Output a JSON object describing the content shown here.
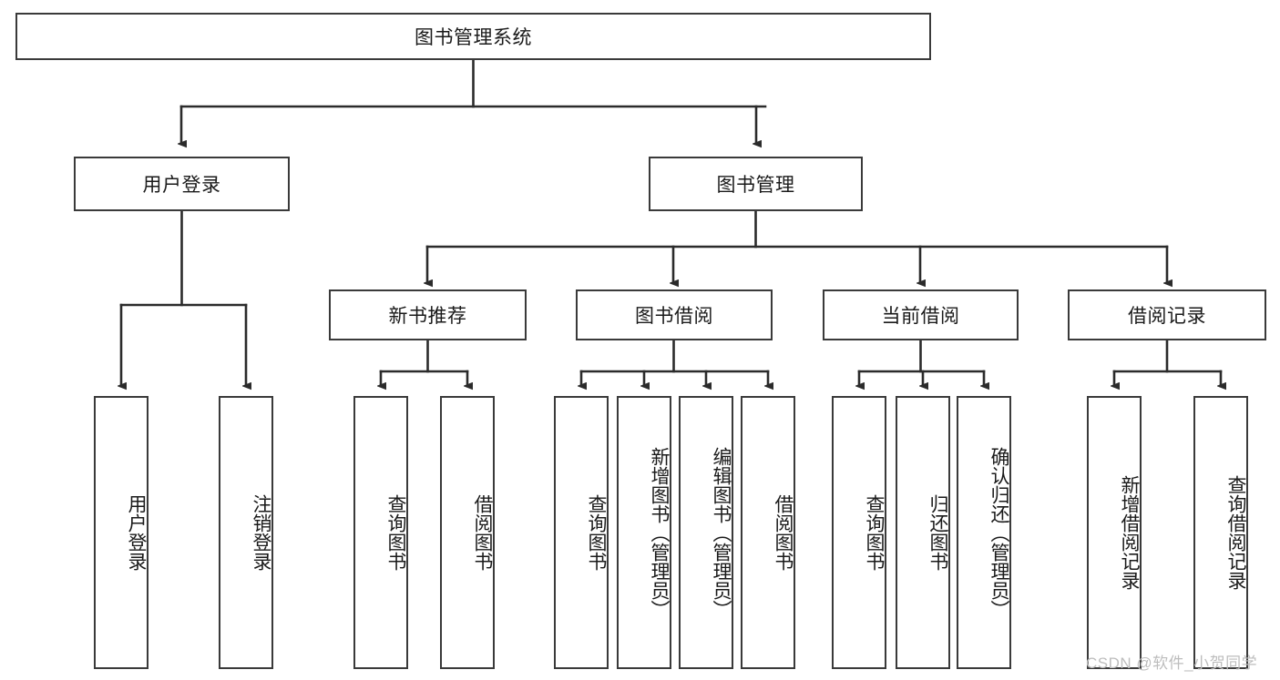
{
  "diagram": {
    "type": "tree-hierarchy",
    "title": "图书管理系统",
    "orientation": "top-down",
    "colors": {
      "background": "#ffffff",
      "box_border": "#3a3a3a",
      "box_fill": "#ffffff",
      "text": "#1a1a1a",
      "connector": "#2b2b2b",
      "watermark": "#bdbdbd"
    },
    "levels": {
      "root": {
        "label": "图书管理系统"
      },
      "level2": [
        {
          "label": "用户登录"
        },
        {
          "label": "图书管理"
        }
      ],
      "level3": [
        {
          "label": "新书推荐"
        },
        {
          "label": "图书借阅"
        },
        {
          "label": "当前借阅"
        },
        {
          "label": "借阅记录"
        }
      ],
      "leaves": {
        "用户登录": [
          {
            "label": "用户登录"
          },
          {
            "label": "注销登录"
          }
        ],
        "新书推荐": [
          {
            "label": "查询图书"
          },
          {
            "label": "借阅图书"
          }
        ],
        "图书借阅": [
          {
            "label": "查询图书"
          },
          {
            "label": "新增图书（管理员）"
          },
          {
            "label": "编辑图书（管理员）"
          },
          {
            "label": "借阅图书"
          }
        ],
        "当前借阅": [
          {
            "label": "查询图书"
          },
          {
            "label": "归还图书"
          },
          {
            "label": "确认归还（管理员）"
          }
        ],
        "借阅记录": [
          {
            "label": "新增借阅记录"
          },
          {
            "label": "查询借阅记录"
          }
        ]
      }
    }
  },
  "watermark": {
    "text": "CSDN @软件_小贺同学"
  }
}
